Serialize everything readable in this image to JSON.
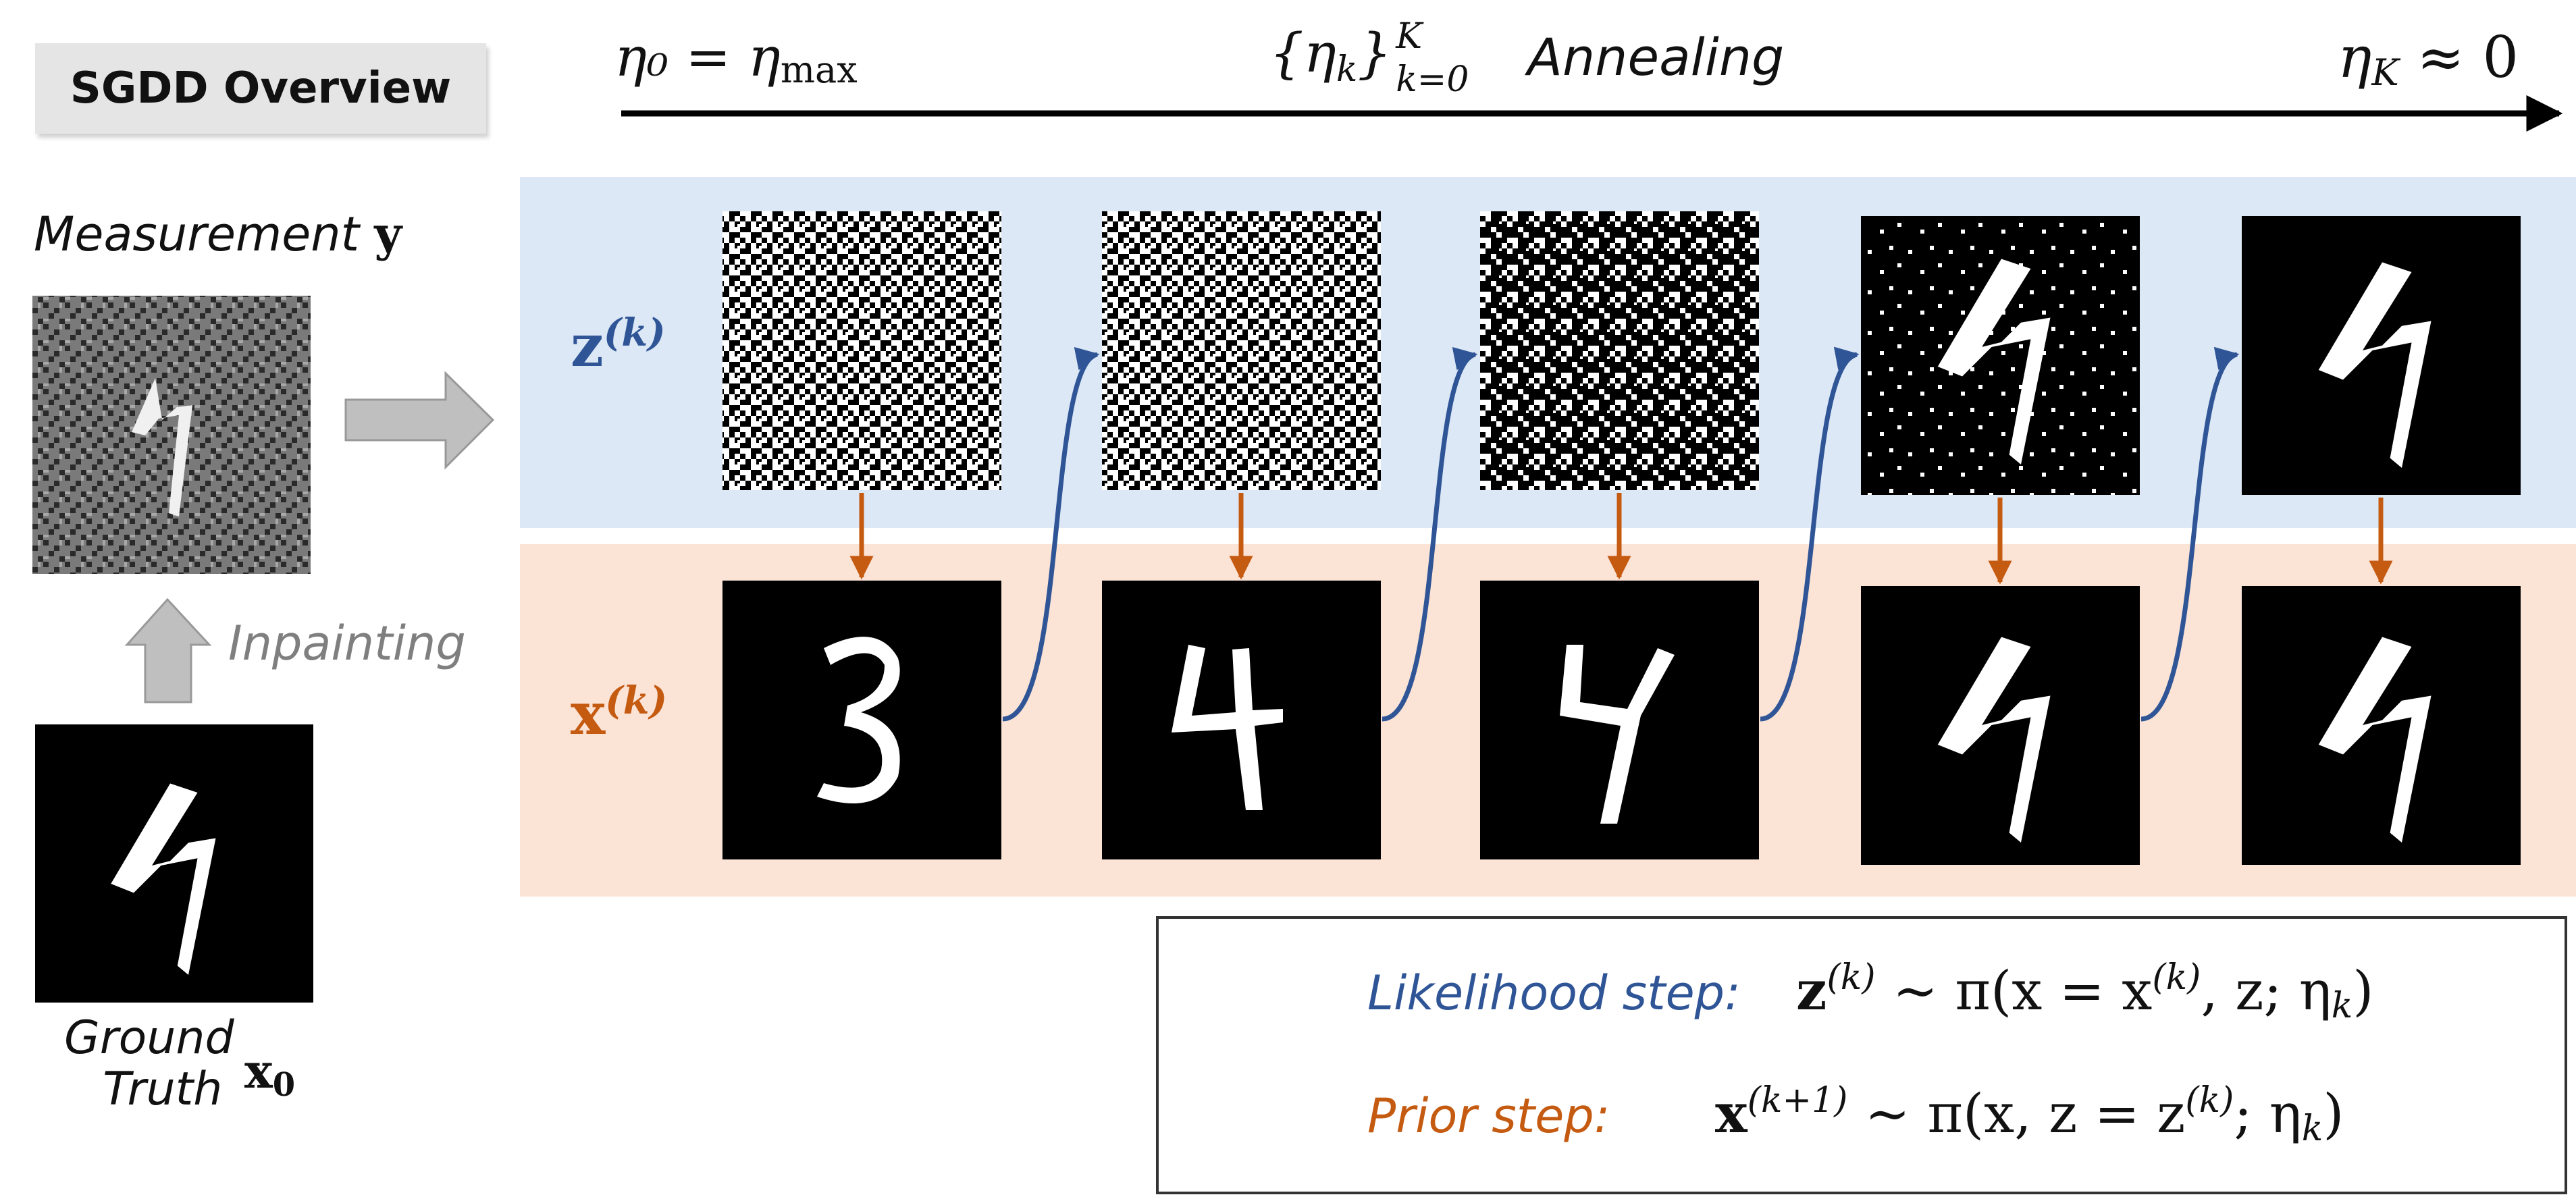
{
  "title": "SGDD Overview",
  "annealing": {
    "start": "η₀ = η",
    "start_sub": "max",
    "middle_set": "{η",
    "middle_sub": "k",
    "middle_close": "}",
    "middle_sup": "K",
    "middle_lower": "k=0",
    "label": "Annealing",
    "end": "η",
    "end_sub": "K",
    "end_rel": "≈ 0"
  },
  "left": {
    "measurement_label": "Measurement",
    "measurement_symbol": "y",
    "inpainting_label": "Inpainting",
    "ground_label_line1": "Ground",
    "ground_label_line2": "Truth",
    "ground_symbol": "x",
    "ground_sub": "0"
  },
  "rows": {
    "z_label": "z",
    "z_sup": "(k)",
    "x_label": "x",
    "x_sup": "(k)"
  },
  "legend": {
    "likelihood_label": "Likelihood step:",
    "likelihood_formula_lhs": "z",
    "likelihood_formula_lhs_sup": "(k)",
    "likelihood_formula_rhs": "∼ π(x = x",
    "likelihood_formula_rhs_sup": "(k)",
    "likelihood_formula_tail": ", z; η",
    "likelihood_formula_tail_sub": "k",
    "likelihood_formula_close": ")",
    "prior_label": "Prior step:",
    "prior_formula_lhs": "x",
    "prior_formula_lhs_sup": "(k+1)",
    "prior_formula_rhs": "∼ π(x, z = z",
    "prior_formula_rhs_sup": "(k)",
    "prior_formula_tail": "; η",
    "prior_formula_tail_sub": "k",
    "prior_formula_close": ")"
  },
  "images": {
    "measurement": "noisy-inpainted-digit-4",
    "ground_truth": "digit-4",
    "z_row": [
      "noise-dense",
      "noise-dense",
      "noise-medium",
      "noisy-digit-4",
      "digit-4"
    ],
    "x_row": [
      "digit-3",
      "digit-4",
      "digit-4",
      "digit-4",
      "digit-4"
    ]
  },
  "colors": {
    "blue": "#2f5597",
    "orange": "#c55a11",
    "z_band": "#dce8f5",
    "x_band": "#fbe3d6",
    "gray_arrow": "#bfbfbf",
    "inpainting_text": "#7f7f7f"
  }
}
